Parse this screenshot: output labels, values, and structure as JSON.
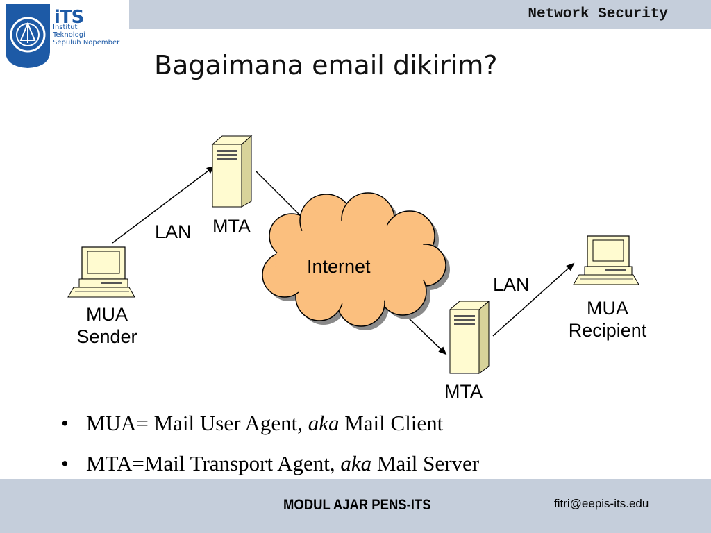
{
  "header": {
    "title": "Network Security"
  },
  "logo": {
    "abbr": "iTS",
    "line1": "Institut",
    "line2": "Teknologi",
    "line3": "Sepuluh Nopember"
  },
  "slide": {
    "title": "Bagaimana email dikirim?"
  },
  "diagram": {
    "mta_top": "MTA",
    "lan_left": "LAN",
    "internet": "Internet",
    "lan_right": "LAN",
    "mua_sender_line1": "MUA",
    "mua_sender_line2": "Sender",
    "mua_recipient_line1": "MUA",
    "mua_recipient_line2": "Recipient",
    "mta_bottom": "MTA"
  },
  "bullets": [
    {
      "pre": "MUA= Mail User Agent, ",
      "aka": "aka",
      "post": " Mail Client"
    },
    {
      "pre": "MTA=Mail Transport Agent, ",
      "aka": "aka",
      "post": " Mail Server"
    }
  ],
  "footer": {
    "left": "MODUL AJAR PENS-ITS",
    "right": "fitri@eepis-its.edu"
  },
  "colors": {
    "band": "#c5cedb",
    "cloud": "#fbbf7e",
    "server": "#fffbd0",
    "logo_blue": "#1d5aa6"
  }
}
